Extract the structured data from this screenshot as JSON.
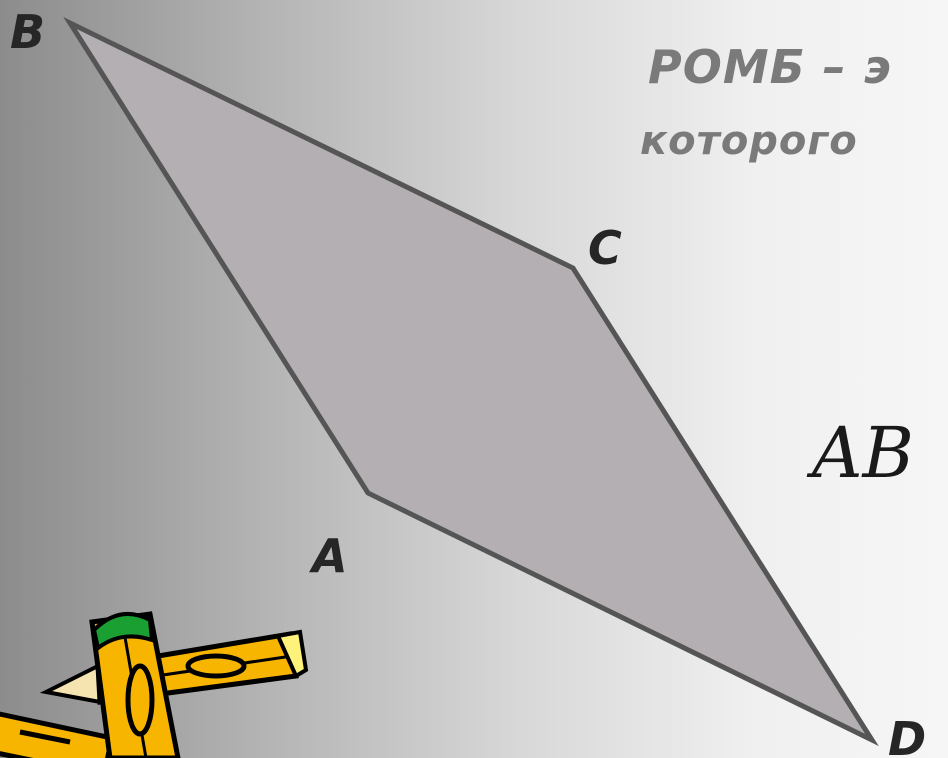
{
  "heading": {
    "line1": "РОМБ – э",
    "line2": "которого"
  },
  "vertices": {
    "A": "A",
    "B": "B",
    "C": "C",
    "D": "D"
  },
  "formula": "AB",
  "colors": {
    "rhombus_fill": "#b3afb2",
    "rhombus_stroke": "#555555",
    "heading_text": "#7a7a7a",
    "pencil_yellow": "#f7b500",
    "pencil_tip_green": "#1aa032"
  },
  "icons": {
    "clipart": "pencils-icon"
  }
}
